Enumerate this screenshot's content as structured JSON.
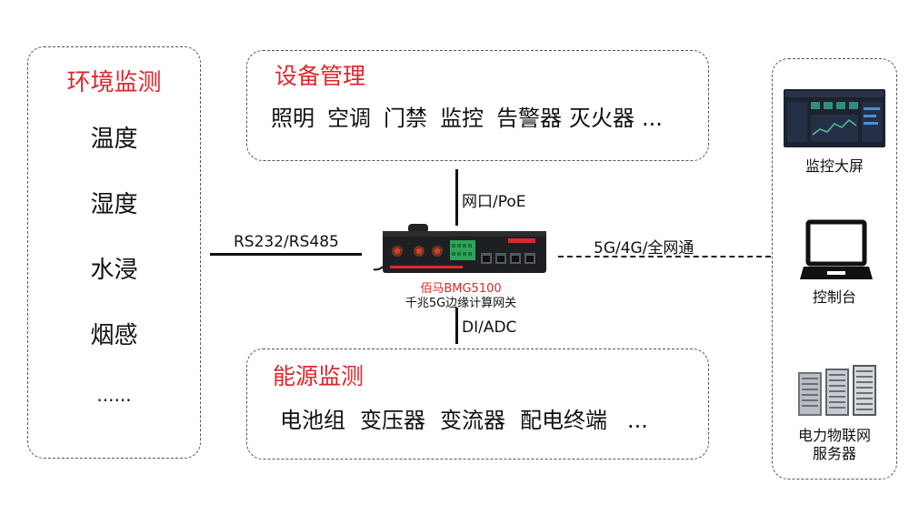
{
  "env": {
    "title": "环境监测",
    "items": [
      "温度",
      "湿度",
      "水浸",
      "烟感",
      "......"
    ]
  },
  "device": {
    "title": "设备管理",
    "items": [
      "照明",
      "空调",
      "门禁",
      "监控",
      "告警器",
      "灭火器",
      "..."
    ]
  },
  "energy": {
    "title": "能源监测",
    "items": [
      "电池组",
      "变压器",
      "变流器",
      "配电终端",
      "..."
    ]
  },
  "gateway": {
    "name": "佰马BMG5100",
    "desc": "千兆5G边缘计算网关"
  },
  "links": {
    "top": "网口/PoE",
    "left": "RS232/RS485",
    "bottom": "DI/ADC",
    "right": "5G/4G/全网通"
  },
  "right_panel": {
    "monitor": "监控大屏",
    "console": "控制台",
    "server_line1": "电力物联网",
    "server_line2": "服务器"
  },
  "colors": {
    "accent_red": "#e0262a"
  }
}
